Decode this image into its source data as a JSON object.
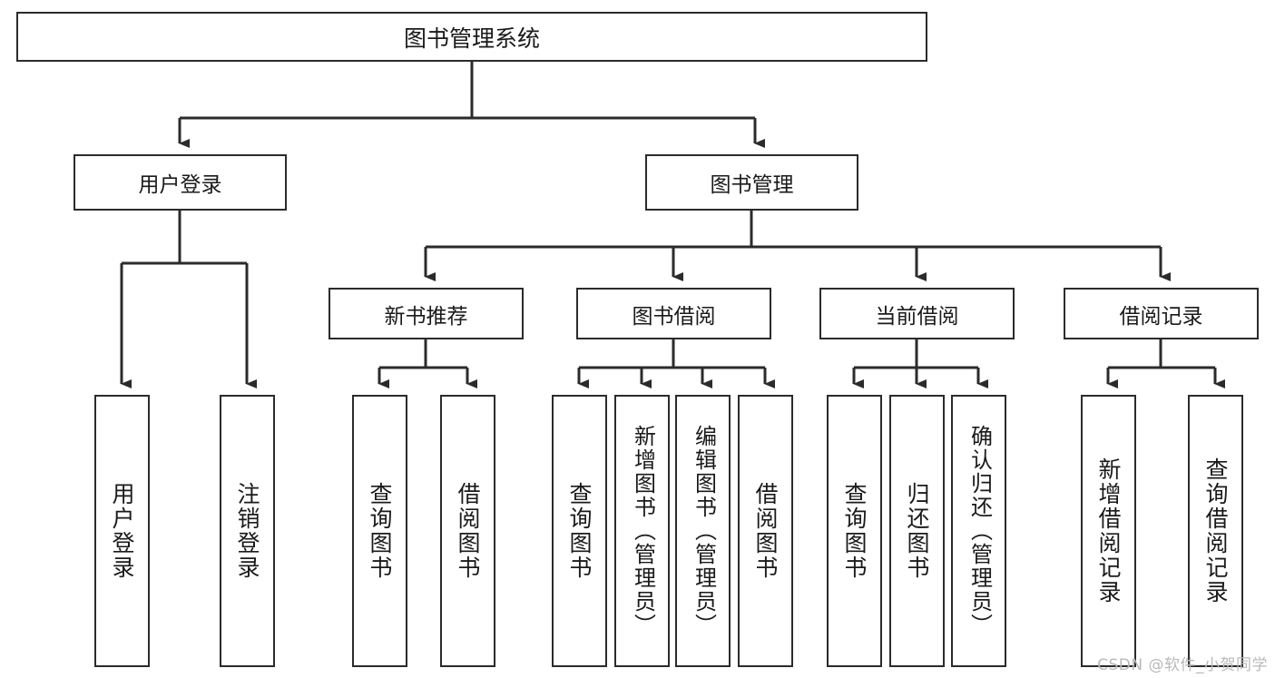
{
  "diagram": {
    "type": "tree-hierarchy",
    "title": "图书管理系统",
    "root": {
      "label": "图书管理系统"
    },
    "level2": [
      {
        "label": "用户登录"
      },
      {
        "label": "图书管理"
      }
    ],
    "level3": [
      {
        "label": "新书推荐"
      },
      {
        "label": "图书借阅"
      },
      {
        "label": "当前借阅"
      },
      {
        "label": "借阅记录"
      }
    ],
    "leaves": {
      "user_login": [
        {
          "label": "用户登录"
        },
        {
          "label": "注销登录"
        }
      ],
      "new_book_recommend": [
        {
          "label": "查询图书"
        },
        {
          "label": "借阅图书"
        }
      ],
      "book_borrow": [
        {
          "label": "查询图书"
        },
        {
          "label": "新增图书（管理员）"
        },
        {
          "label": "编辑图书（管理员）"
        },
        {
          "label": "借阅图书"
        }
      ],
      "current_borrow": [
        {
          "label": "查询图书"
        },
        {
          "label": "归还图书"
        },
        {
          "label": "确认归还（管理员）"
        }
      ],
      "borrow_record": [
        {
          "label": "新增借阅记录"
        },
        {
          "label": "查询借阅记录"
        }
      ]
    }
  },
  "watermark": {
    "text": "CSDN @软件_小贺同学"
  },
  "colors": {
    "box_border": "#2b2b2b",
    "box_fill": "#ffffff",
    "connector": "#2b2b2b",
    "text": "#1a1a1a",
    "watermark": "#b9b9b9",
    "background": "#ffffff"
  }
}
